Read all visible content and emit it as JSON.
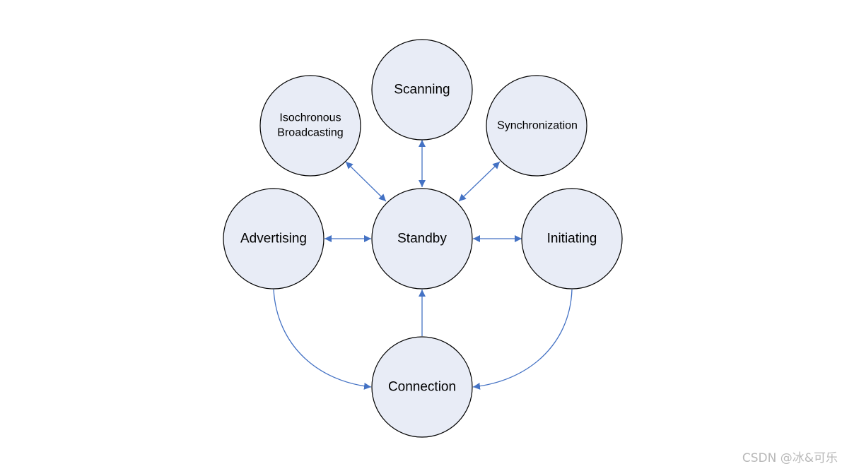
{
  "diagram": {
    "edge_color": "#4472c4",
    "node_fill": "#e8ecf6",
    "nodes": {
      "standby": "Standby",
      "scanning": "Scanning",
      "isochronous": [
        "Isochronous",
        "Broadcasting"
      ],
      "synchronization": "Synchronization",
      "advertising": "Advertising",
      "initiating": "Initiating",
      "connection": "Connection"
    },
    "edges": [
      {
        "from": "Standby",
        "to": "Scanning",
        "direction": "both"
      },
      {
        "from": "Standby",
        "to": "Isochronous Broadcasting",
        "direction": "both"
      },
      {
        "from": "Standby",
        "to": "Synchronization",
        "direction": "both"
      },
      {
        "from": "Standby",
        "to": "Advertising",
        "direction": "both"
      },
      {
        "from": "Standby",
        "to": "Initiating",
        "direction": "both"
      },
      {
        "from": "Connection",
        "to": "Standby",
        "direction": "forward"
      },
      {
        "from": "Advertising",
        "to": "Connection",
        "direction": "forward"
      },
      {
        "from": "Initiating",
        "to": "Connection",
        "direction": "forward"
      }
    ]
  },
  "watermark": "CSDN @冰&可乐"
}
